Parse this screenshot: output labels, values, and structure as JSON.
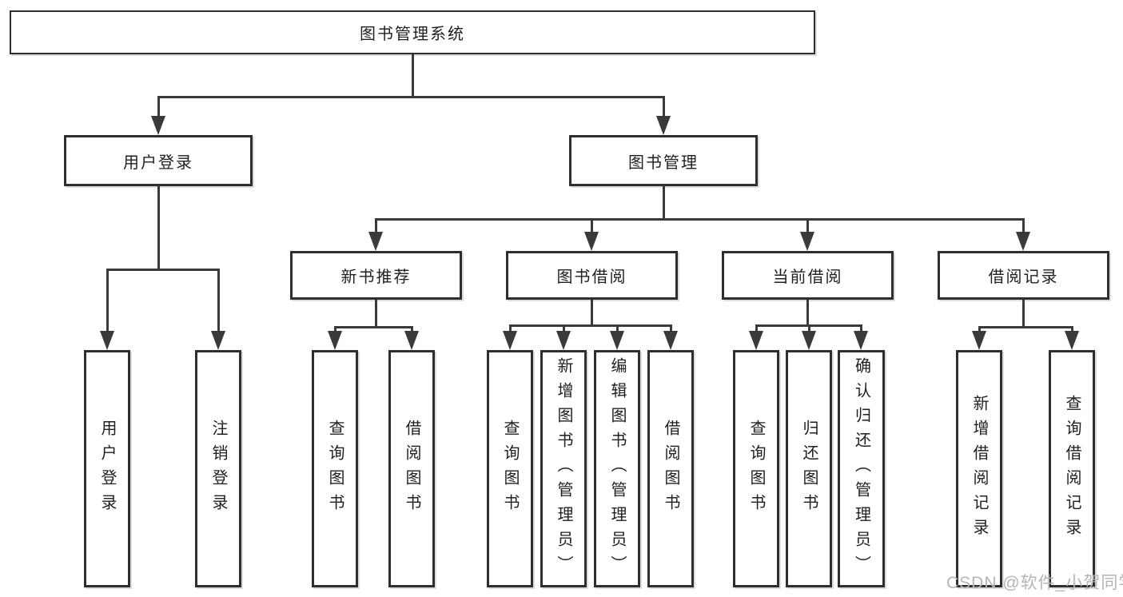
{
  "tree": {
    "label": "图书管理系统",
    "children": [
      {
        "label": "用户登录",
        "children": [
          {
            "label": "用户登录"
          },
          {
            "label": "注销登录"
          }
        ]
      },
      {
        "label": "图书管理",
        "children": [
          {
            "label": "新书推荐",
            "children": [
              {
                "label": "查询图书"
              },
              {
                "label": "借阅图书"
              }
            ]
          },
          {
            "label": "图书借阅",
            "children": [
              {
                "label": "查询图书"
              },
              {
                "label": "新增图书（管理员）"
              },
              {
                "label": "编辑图书（管理员）"
              },
              {
                "label": "借阅图书"
              }
            ]
          },
          {
            "label": "当前借阅",
            "children": [
              {
                "label": "查询图书"
              },
              {
                "label": "归还图书"
              },
              {
                "label": "确认归还（管理员）"
              }
            ]
          },
          {
            "label": "借阅记录",
            "children": [
              {
                "label": "新增借阅记录"
              },
              {
                "label": "查询借阅记录"
              }
            ]
          }
        ]
      }
    ]
  },
  "watermark": {
    "text": "CSDN @软件_小贺同学"
  },
  "colors": {
    "line": "#3a3a3a",
    "border": "#2e2e2e",
    "text": "#1f1f1f",
    "background": "#ffffff",
    "watermark": "#b5b5b5"
  }
}
